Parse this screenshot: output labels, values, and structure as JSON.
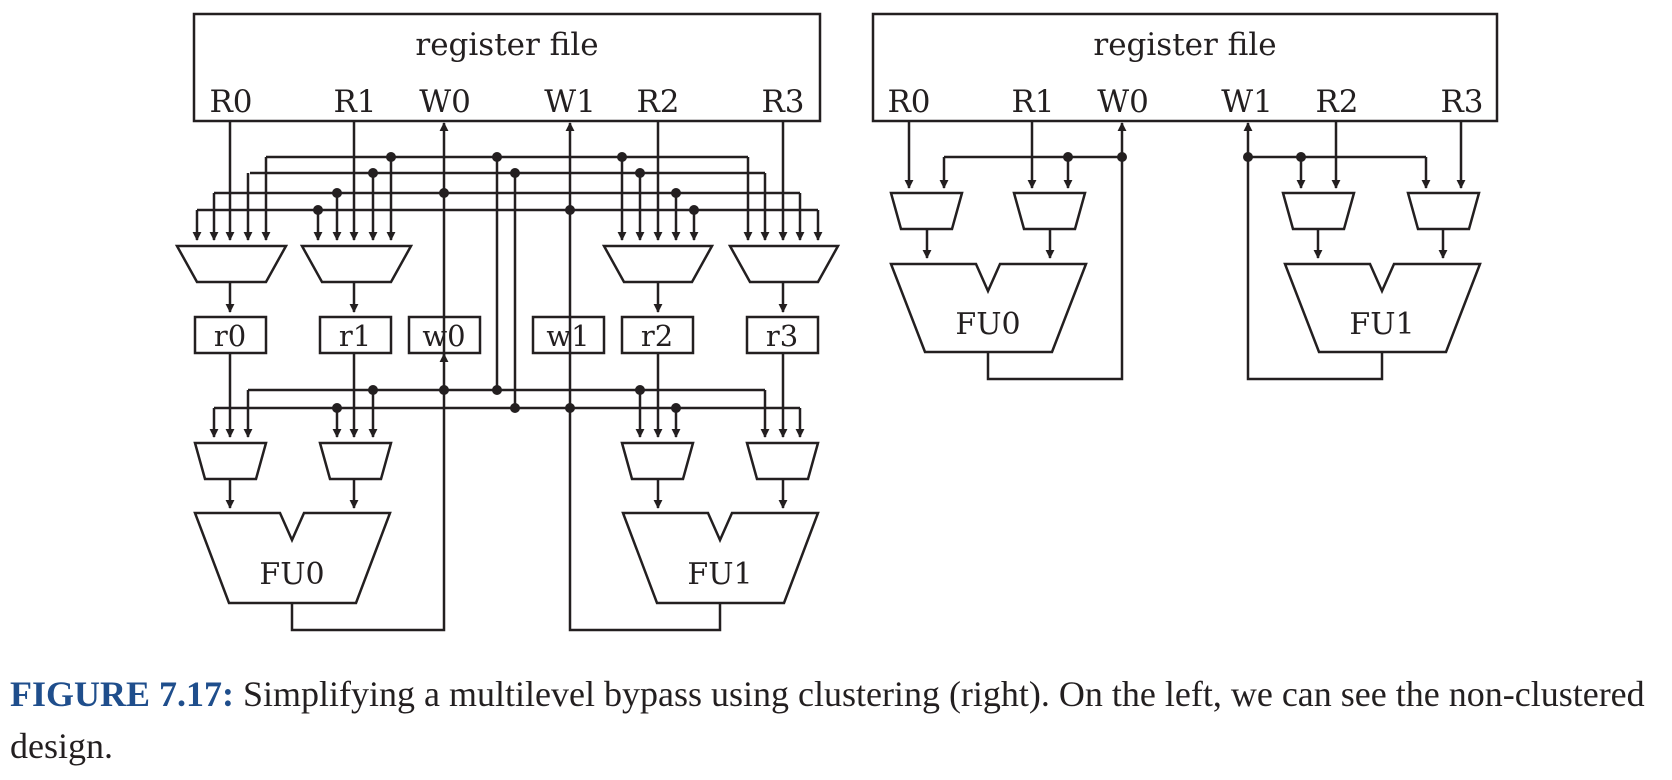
{
  "left": {
    "regfile_title": "register file",
    "ports": {
      "R0": "R0",
      "R1": "R1",
      "W0": "W0",
      "W1": "W1",
      "R2": "R2",
      "R3": "R3"
    },
    "latches": {
      "r0": "r0",
      "r1": "r1",
      "w0": "w0",
      "w1": "w1",
      "r2": "r2",
      "r3": "r3"
    },
    "fu": {
      "fu0": "FU0",
      "fu1": "FU1"
    }
  },
  "right": {
    "regfile_title": "register file",
    "ports": {
      "R0": "R0",
      "R1": "R1",
      "W0": "W0",
      "W1": "W1",
      "R2": "R2",
      "R3": "R3"
    },
    "fu": {
      "fu0": "FU0",
      "fu1": "FU1"
    }
  },
  "caption": {
    "label": "FIGURE 7.17:",
    "text": "Simplifying a multilevel bypass using clustering (right). On the left, we can see the non-clustered design."
  }
}
